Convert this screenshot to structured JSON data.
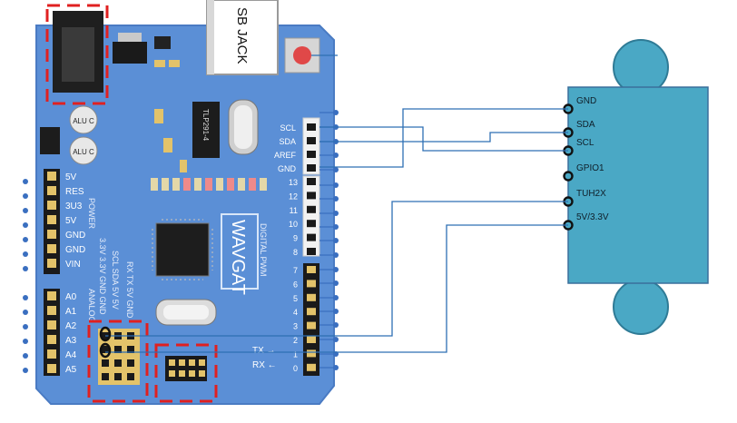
{
  "board": {
    "name": "WAVGAT",
    "jack_label": "SB JACK",
    "cap_labels": [
      "ALU C",
      "ALU C"
    ],
    "opto_label": "TLP291-4",
    "power_section_label": "POWER",
    "power_pins": [
      "5V",
      "RES",
      "3U3",
      "5V",
      "GND",
      "GND",
      "VIN"
    ],
    "analog_pins": [
      "A0",
      "A1",
      "A2",
      "A3",
      "A4",
      "A5"
    ],
    "analog_section_label": "ANALOG",
    "digital_section_label": "DIGITAL PWM",
    "top_header_labels": [
      "SCL",
      "SDA",
      "AREF",
      "GND"
    ],
    "digital_pins": [
      "13",
      "12",
      "11",
      "10",
      "9",
      "8",
      "7",
      "6",
      "5",
      "4",
      "3",
      "2",
      "1",
      "0"
    ],
    "tx_label": "TX →",
    "rx_label": "RX ←",
    "rotated_header_labels": [
      "3.3V 3.3V GND GND",
      "SCL SDA 5V 5V",
      "RX TX 5V GND"
    ]
  },
  "module": {
    "pins": [
      "GND",
      "SDA",
      "SCL",
      "GPIO1",
      "TUH2X",
      "5V/3.3V"
    ]
  },
  "colors": {
    "board_blue": "#5b8fd6",
    "board_edge": "#4a7bc3",
    "module_fill": "#4aa8c5",
    "wire": "#2e6fb4",
    "highlight_red": "#e02020",
    "header_black": "#1a1a1a"
  }
}
